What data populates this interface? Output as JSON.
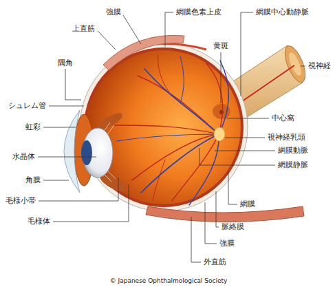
{
  "diagram": {
    "labels": [
      "強膜",
      "上直筋",
      "網膜色素上皮",
      "網膜中心動静脈",
      "黄斑",
      "視神経",
      "隅角",
      "シュレム管",
      "中心窩",
      "虹彩",
      "視神経乳頭",
      "水晶体",
      "網膜動脈",
      "角膜",
      "網膜静脈",
      "毛様小帯",
      "網膜",
      "毛様体",
      "脈絡膜",
      "強膜",
      "外直筋",
      "© Japanese Ophthalmological Society"
    ]
  }
}
